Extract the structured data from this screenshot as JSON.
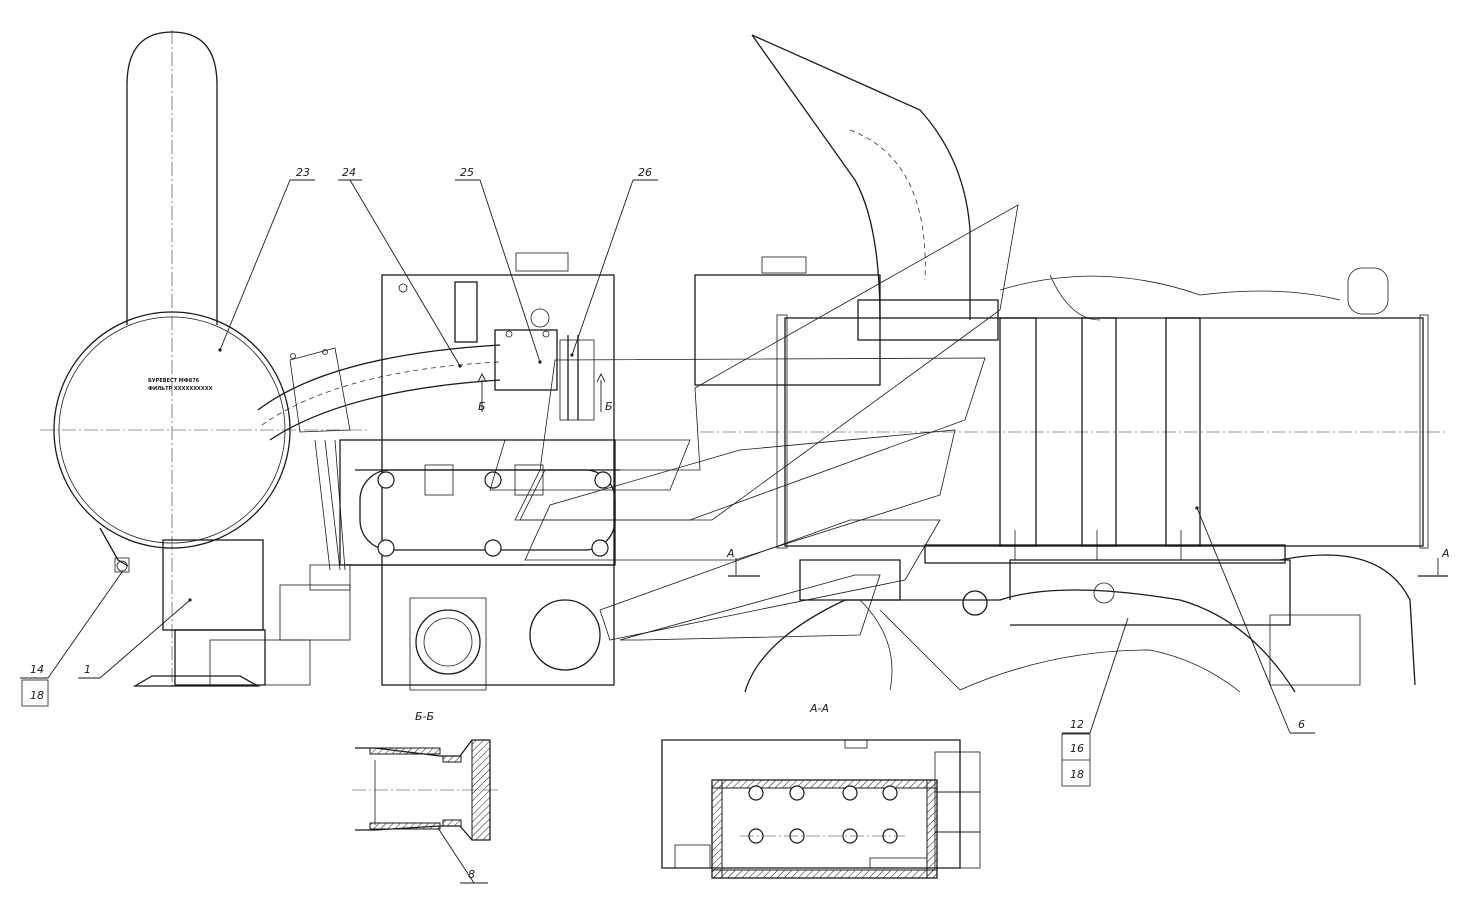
{
  "callouts": [
    {
      "id": "c23",
      "text": "23"
    },
    {
      "id": "c24",
      "text": "24"
    },
    {
      "id": "c25",
      "text": "25"
    },
    {
      "id": "c26",
      "text": "26"
    },
    {
      "id": "c14",
      "text": "14"
    },
    {
      "id": "c18a",
      "text": "18"
    },
    {
      "id": "c1",
      "text": "1"
    },
    {
      "id": "c12",
      "text": "12"
    },
    {
      "id": "c16",
      "text": "16"
    },
    {
      "id": "c18b",
      "text": "18"
    },
    {
      "id": "c6",
      "text": "6"
    },
    {
      "id": "c8",
      "text": "8"
    }
  ],
  "section_marks": {
    "a_left": "А",
    "a_right": "А",
    "b_left": "Б",
    "b_right": "Б"
  },
  "section_titles": {
    "bb": "Б-Б",
    "aa": "А-А"
  },
  "filter_plate": {
    "line1": "БУРЕВЕСТ МФ876",
    "line2": "ФИЛЬТР XXXXXXXXXX"
  }
}
